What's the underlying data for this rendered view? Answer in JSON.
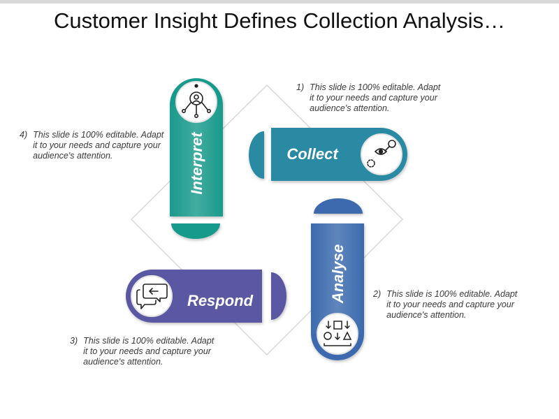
{
  "slide": {
    "title": "Customer Insight Defines Collection Analysis…"
  },
  "colors": {
    "collect": "#2a8aa4",
    "analyse": "#3c6bae",
    "respond": "#5a58a2",
    "interpret": "#199a8c"
  },
  "stages": [
    {
      "label": "Collect",
      "icon": "eye-magnifier-icon"
    },
    {
      "label": "Analyse",
      "icon": "shapes-sorting-icon"
    },
    {
      "label": "Respond",
      "icon": "chat-bubbles-icon"
    },
    {
      "label": "Interpret",
      "icon": "magnifier-network-icon"
    }
  ],
  "captions": [
    {
      "num": "1)",
      "text": "This slide is 100% editable. Adapt it to your needs and capture your audience's attention."
    },
    {
      "num": "2)",
      "text": "This slide is 100% editable. Adapt it to your needs and capture your audience's attention."
    },
    {
      "num": "3)",
      "text": "This slide is 100% editable. Adapt it to your needs and capture your audience's attention."
    },
    {
      "num": "4)",
      "text": "This slide is 100% editable. Adapt it to your needs and capture your audience's attention."
    }
  ]
}
